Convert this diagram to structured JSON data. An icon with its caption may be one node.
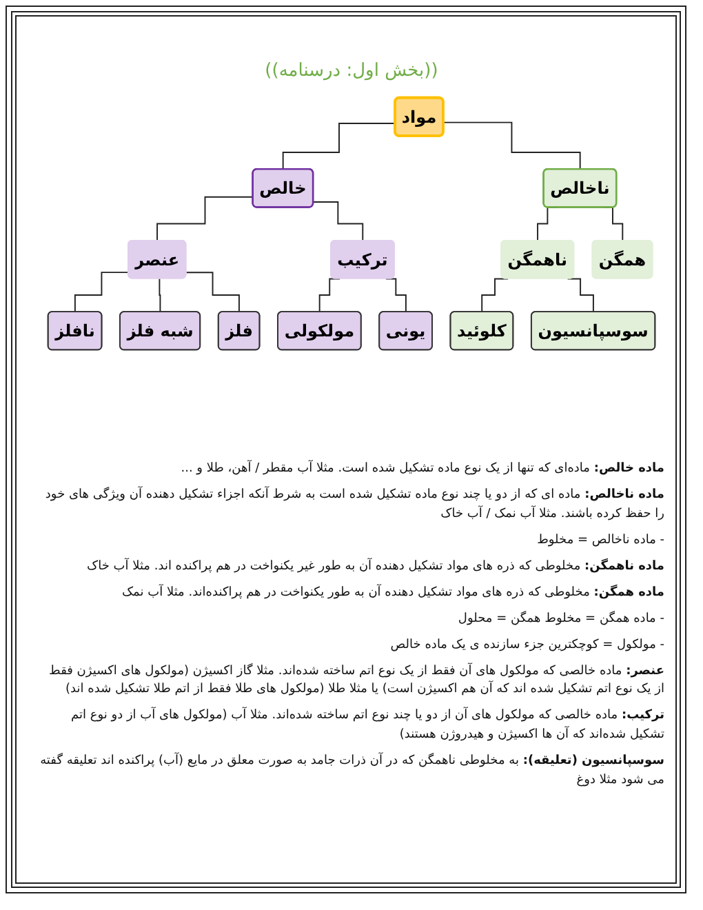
{
  "diagram": {
    "title": "((بخش اول: درسنامه))",
    "nodes": [
      {
        "text": [
          "مواد"
        ]
      },
      {
        "text": [
          "خالص"
        ]
      },
      {
        "text": [
          "ناخالص"
        ]
      },
      {
        "text": [
          "عنصر"
        ]
      },
      {
        "text": [
          "ترکیب"
        ]
      },
      {
        "text": [
          "ناهمگن"
        ]
      },
      {
        "text": [
          "همگن"
        ]
      },
      {
        "text": [
          "نافلز"
        ]
      },
      {
        "text": [
          "شبه فلز"
        ]
      },
      {
        "text": [
          "فلز"
        ]
      },
      {
        "text": [
          "مولکولی"
        ]
      },
      {
        "text": [
          "یونی"
        ]
      },
      {
        "text": [
          "کلوئید"
        ]
      },
      {
        "text": [
          "سوسپانسیون"
        ]
      }
    ],
    "edges": [
      {
        "from": 0,
        "to": 1,
        "arrow": "none"
      },
      {
        "from": 0,
        "to": 2,
        "arrow": "none"
      },
      {
        "from": 1,
        "to": 3,
        "arrow": "none"
      },
      {
        "from": 1,
        "to": 4,
        "arrow": "none"
      },
      {
        "from": 2,
        "to": 5,
        "arrow": "none"
      },
      {
        "from": 2,
        "to": 6,
        "arrow": "none"
      },
      {
        "from": 3,
        "to": 7,
        "arrow": "none"
      },
      {
        "from": 3,
        "to": 8,
        "arrow": "none"
      },
      {
        "from": 3,
        "to": 9,
        "arrow": "none"
      },
      {
        "from": 4,
        "to": 10,
        "arrow": "none"
      },
      {
        "from": 4,
        "to": 11,
        "arrow": "none"
      },
      {
        "from": 5,
        "to": 12,
        "arrow": "none"
      },
      {
        "from": 5,
        "to": 13,
        "arrow": "none"
      }
    ],
    "labels": [
      "**ماده خالص:** ماده‌ای که تنها از یک نوع ماده تشکیل شده است. مثلا آب مقطر / آهن، طلا و ...",
      "**ماده ناخالص:** ماده ای که از دو یا چند نوع ماده تشکیل شده است به شرط آنکه اجزاء تشکیل دهنده آن ویژگی های خود را حفظ کرده باشند. مثلا آب نمک / آب خاک",
      "- ماده ناخالص = مخلوط",
      "**ماده ناهمگن:** مخلوطی که ذره های مواد تشکیل دهنده آن به طور غیر یکنواخت در هم پراکنده اند. مثلا آب خاک",
      "**ماده همگن:** مخلوطی که ذره های مواد تشکیل دهنده آن به طور یکنواخت در هم پراکنده‌اند. مثلا آب نمک",
      "- ماده همگن = مخلوط همگن = محلول",
      "- مولکول = کوچکترین جزء سازنده ی یک ماده خالص",
      "**عنصر:** ماده خالصی که مولکول های آن فقط از یک نوع اتم ساخته شده‌اند. مثلا گاز اکسیژن (مولکول های اکسیژن فقط از یک نوع اتم تشکیل شده اند که آن هم اکسیژن است) یا مثلا طلا (مولکول های طلا فقط از اتم طلا تشکیل شده اند)",
      "**ترکیب:** ماده خالصی که مولکول های آن از دو یا چند نوع اتم ساخته شده‌اند. مثلا آب (مولکول های آب از دو نوع اتم تشکیل شده‌اند که آن ها اکسیژن و هیدروژن هستند)",
      "**سوسپانسیون (تعلیقه):** به مخلوطی ناهمگن که در آن ذرات جامد به صورت معلق در مایع (آب) پراکنده اند تعلیقه گفته می شود مثلا دوغ"
    ]
  }
}
